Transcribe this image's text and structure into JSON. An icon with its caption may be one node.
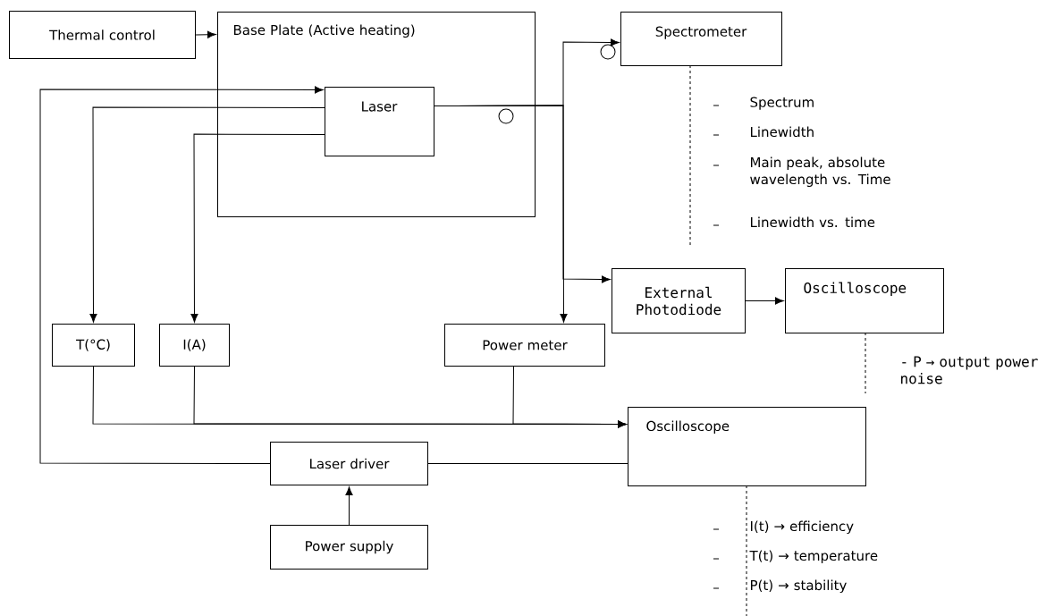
{
  "diagram": {
    "nodes": [
      {
        "text": [
          "Thermal control"
        ]
      },
      {
        "text": [
          "Base Plate (Active heating)"
        ]
      },
      {
        "text": [
          "Laser"
        ],
        "in": 1
      },
      {
        "text": [
          "Spectrometer"
        ],
        "beside": [
          "Spectrum",
          "Linewidth",
          "Main peak, absolute wavelength vs. Time",
          "Linewidth vs. time"
        ]
      },
      {
        "text": [
          "External Photodiode"
        ]
      },
      {
        "text": [
          "Oscilloscope"
        ],
        "beside": [
          "- P → output power noise"
        ]
      },
      {
        "text": [
          "T(°C)"
        ]
      },
      {
        "text": [
          "I(A)"
        ]
      },
      {
        "text": [
          "Power meter"
        ]
      },
      {
        "text": [
          "Oscilloscope"
        ],
        "beside": [
          "I(t) → efficiency",
          "T(t) → temperature",
          "P(t) → stability"
        ]
      },
      {
        "text": [
          "Laser driver"
        ]
      },
      {
        "text": [
          "Power supply"
        ]
      }
    ],
    "edges": [
      {
        "from": 0,
        "to": 1,
        "arrow": "to"
      },
      {
        "from": 10,
        "to": 2,
        "arrow": "to"
      },
      {
        "from": 2,
        "to": 6,
        "arrow": "to"
      },
      {
        "from": 2,
        "to": 7,
        "arrow": "to"
      },
      {
        "from": 2,
        "to": 3,
        "arrow": "to"
      },
      {
        "from": 2,
        "to": 4,
        "arrow": "to"
      },
      {
        "from": 2,
        "to": 8,
        "arrow": "to"
      },
      {
        "from": 4,
        "to": 5,
        "arrow": "to"
      },
      {
        "from": 6,
        "to": 9,
        "arrow": "to"
      },
      {
        "from": 7,
        "to": 9,
        "arrow": "to"
      },
      {
        "from": 8,
        "to": 9,
        "arrow": "to"
      },
      {
        "from": 10,
        "to": 9,
        "arrow": "none"
      },
      {
        "from": 11,
        "to": 10,
        "arrow": "to"
      }
    ]
  }
}
